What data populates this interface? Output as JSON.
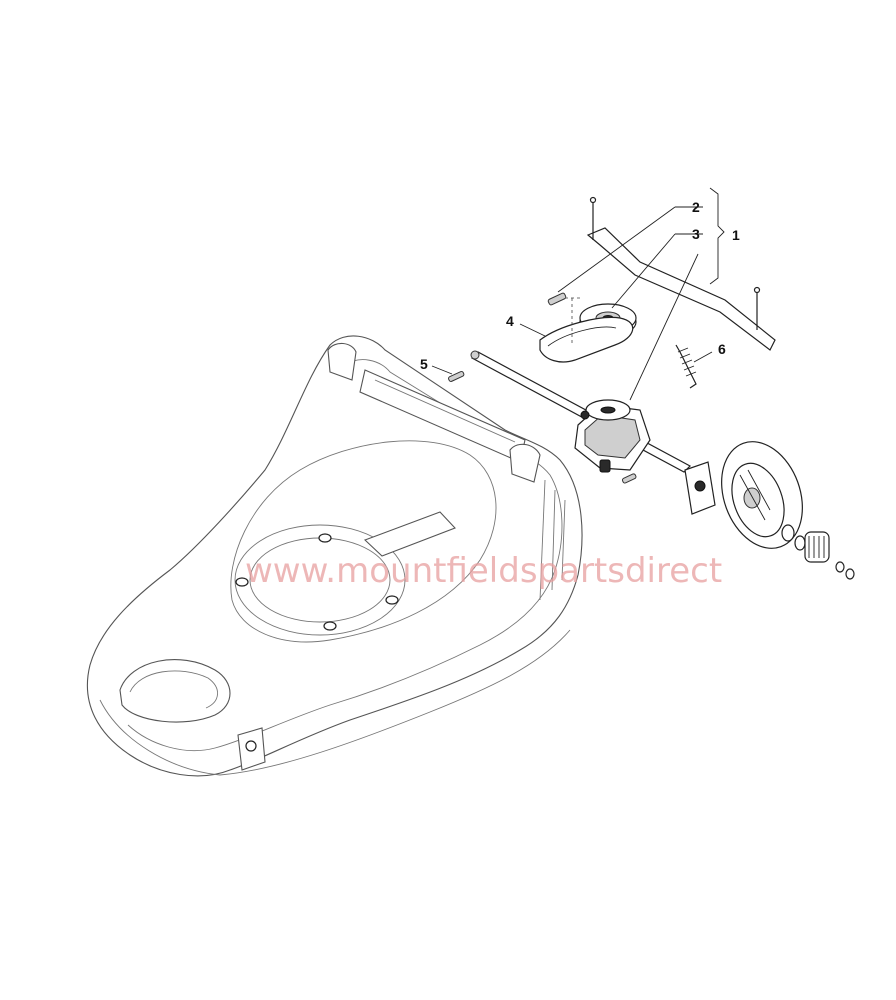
{
  "callouts": [
    {
      "id": "1",
      "label": "1"
    },
    {
      "id": "2",
      "label": "2"
    },
    {
      "id": "3",
      "label": "3"
    },
    {
      "id": "4",
      "label": "4"
    },
    {
      "id": "5",
      "label": "5"
    },
    {
      "id": "6",
      "label": "6"
    }
  ],
  "watermark": "www.mountfieldspartsdirect"
}
